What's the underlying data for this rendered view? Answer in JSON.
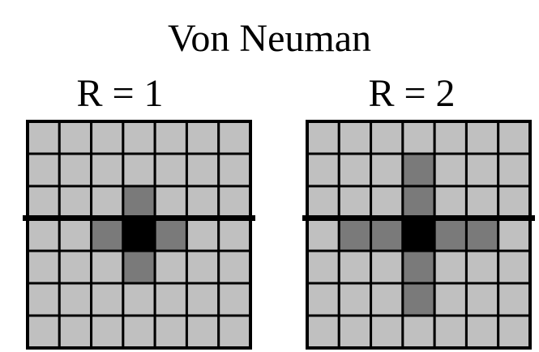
{
  "title": "Von Neuman",
  "panels": [
    {
      "label": "R = 1",
      "rows": 7,
      "cols": 7,
      "center": [
        3,
        3
      ],
      "radius": 1
    },
    {
      "label": "R = 2",
      "rows": 7,
      "cols": 7,
      "center": [
        3,
        3
      ],
      "radius": 2
    }
  ],
  "colors": {
    "cell": "#c0c0c0",
    "neighbor": "#7a7a7a",
    "center": "#000000",
    "line": "#000000"
  }
}
